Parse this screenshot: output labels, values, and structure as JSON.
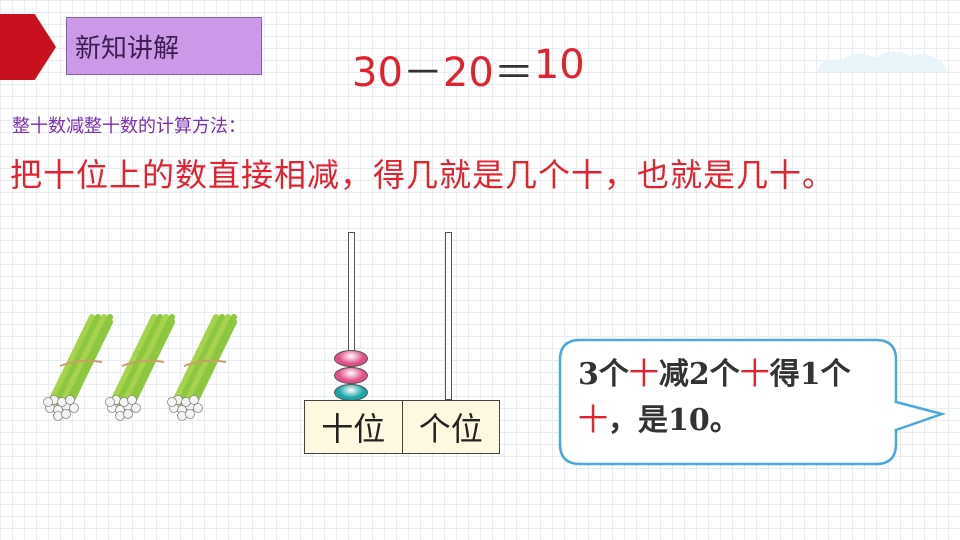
{
  "header": {
    "title": "新知讲解"
  },
  "equation": {
    "a": "30",
    "minus": "－",
    "b": "20",
    "equals": "＝",
    "answer": "10"
  },
  "method": {
    "title": "整十数减整十数的计算方法：",
    "body": "把十位上的数直接相减，得几就是几个十，也就是几十。"
  },
  "counter": {
    "tens_label": "十位",
    "ones_label": "个位",
    "beads_on_tens": 3
  },
  "bundles": {
    "count": 3
  },
  "speech": {
    "parts": [
      "3个",
      "十",
      "减2个",
      "十",
      "得1个",
      "十",
      "，是10。"
    ]
  },
  "colors": {
    "accent_red": "#e3222e",
    "title_purple": "#cc99e8",
    "bubble_border": "#4aa8e0"
  },
  "icons": [
    "corner-arrow-icon",
    "cloud-icon",
    "bead-icon",
    "stick-bundle-icon"
  ]
}
